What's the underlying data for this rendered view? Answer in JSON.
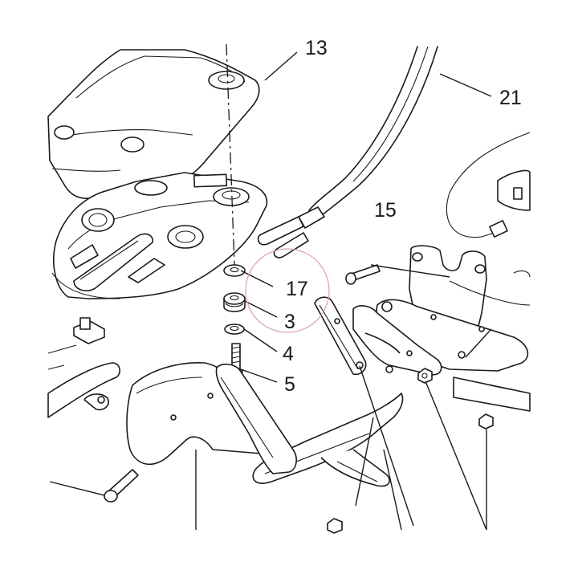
{
  "diagram": {
    "callouts": {
      "c13": "13",
      "c21": "21",
      "c15": "15",
      "c17": "17",
      "c3": "3",
      "c4": "4",
      "c5": "5"
    },
    "highlight_color": "#d9a3a8",
    "line_color": "#1a1a1a"
  }
}
